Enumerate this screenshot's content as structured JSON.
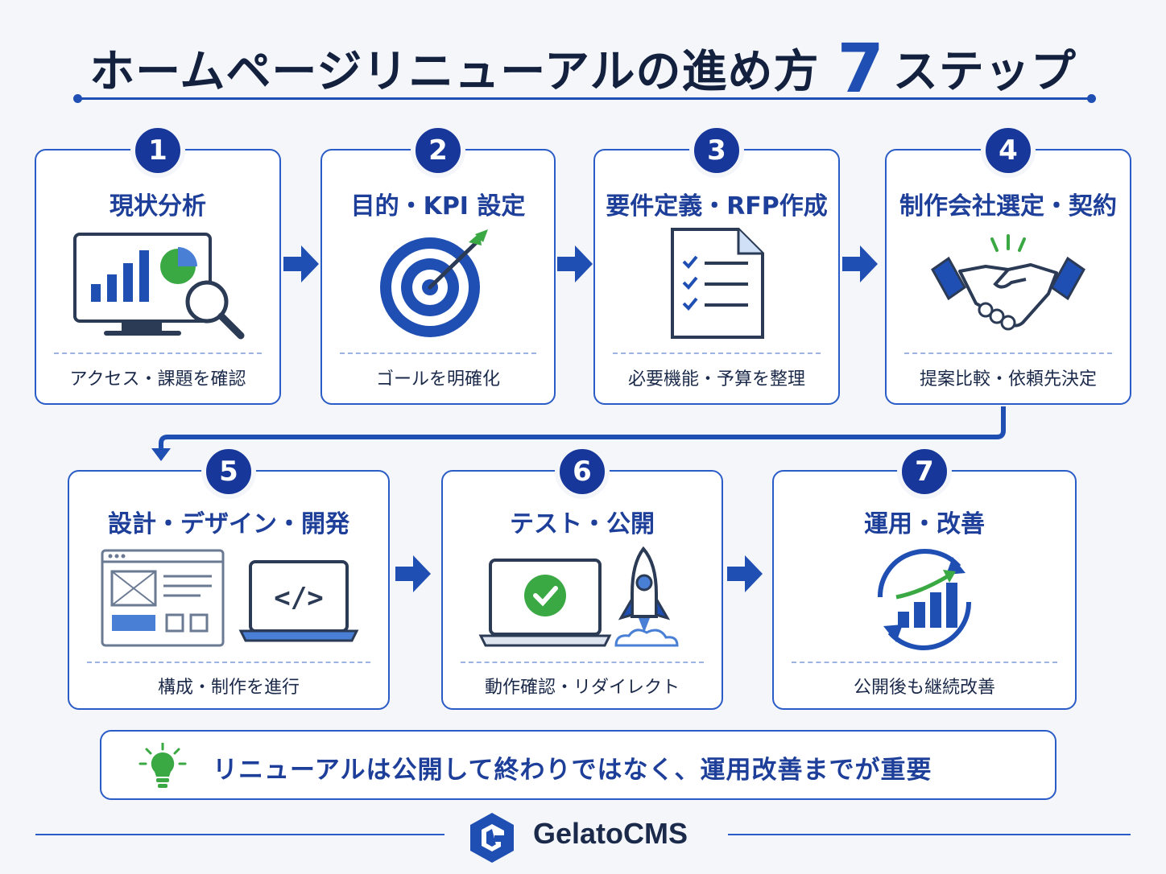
{
  "header": {
    "title_prefix": "ホームページリニューアルの進め方",
    "title_number": "7",
    "title_suffix": "ステップ"
  },
  "steps": [
    {
      "number": "1",
      "title": "現状分析",
      "description": "アクセス・課題を確認",
      "icon": "analytics-monitor-icon"
    },
    {
      "number": "2",
      "title": "目的・KPI 設定",
      "description": "ゴールを明確化",
      "icon": "target-icon"
    },
    {
      "number": "3",
      "title": "要件定義・RFP作成",
      "description": "必要機能・予算を整理",
      "icon": "checklist-document-icon"
    },
    {
      "number": "4",
      "title": "制作会社選定・契約",
      "description": "提案比較・依頼先決定",
      "icon": "handshake-icon"
    },
    {
      "number": "5",
      "title": "設計・デザイン・開発",
      "description": "構成・制作を進行",
      "icon": "wireframe-code-icon"
    },
    {
      "number": "6",
      "title": "テスト・公開",
      "description": "動作確認・リダイレクト",
      "icon": "laptop-rocket-icon"
    },
    {
      "number": "7",
      "title": "運用・改善",
      "description": "公開後も継続改善",
      "icon": "improvement-cycle-icon"
    }
  ],
  "note": {
    "text": "リニューアルは公開して終わりではなく、運用改善までが重要",
    "icon": "lightbulb-icon"
  },
  "footer": {
    "brand": "GelatoCMS",
    "icon": "gelatocms-logo-icon"
  },
  "colors": {
    "primary": "#1f4fb3",
    "badge": "#17379a",
    "accent_green": "#3aa843",
    "background": "#f4f6fa"
  }
}
